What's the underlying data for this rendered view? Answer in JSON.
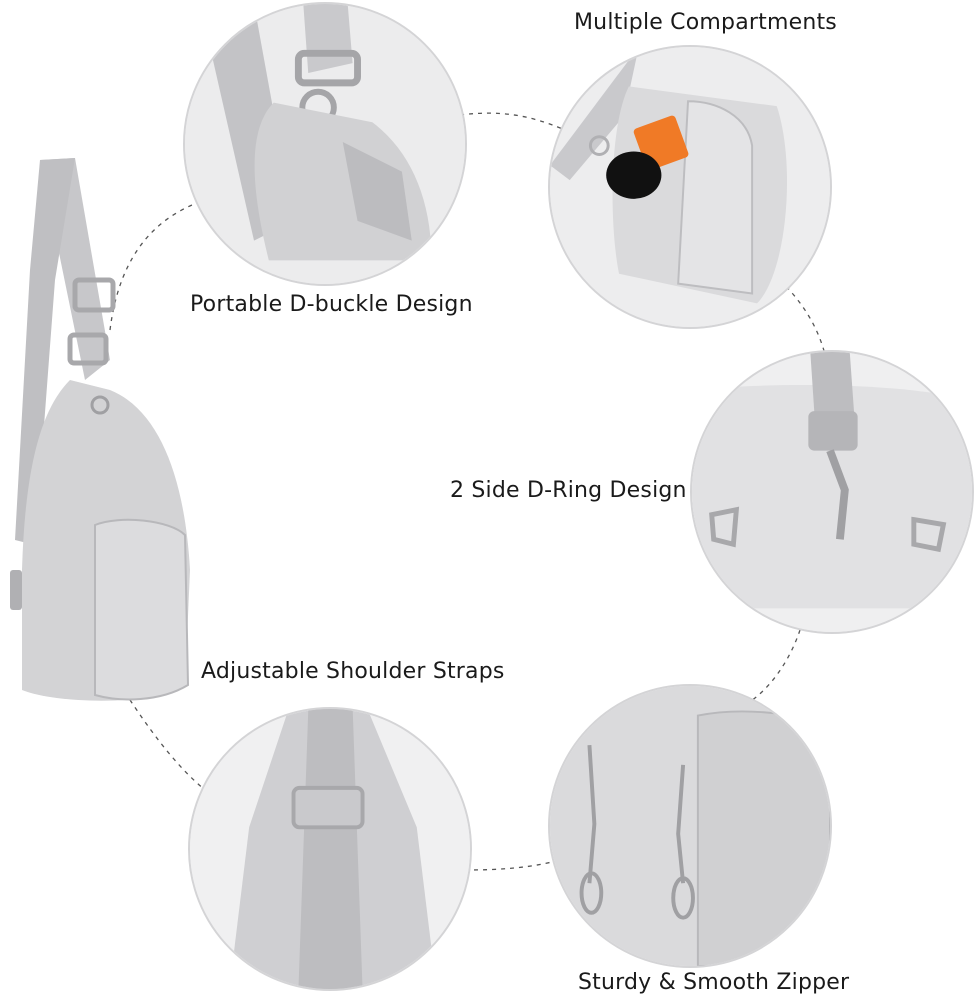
{
  "labels": {
    "buckle": "Portable D-buckle Design",
    "compartments": "Multiple Compartments",
    "dring": "2 Side D-Ring Design",
    "straps": "Adjustable Shoulder Straps",
    "zipper": "Sturdy & Smooth Zipper"
  },
  "colors": {
    "fabric": "#cfcfd1",
    "fabric_light": "#e2e2e4",
    "strap": "#bdbdc0",
    "accent_orange": "#f07a26",
    "sunglasses": "#111111"
  }
}
